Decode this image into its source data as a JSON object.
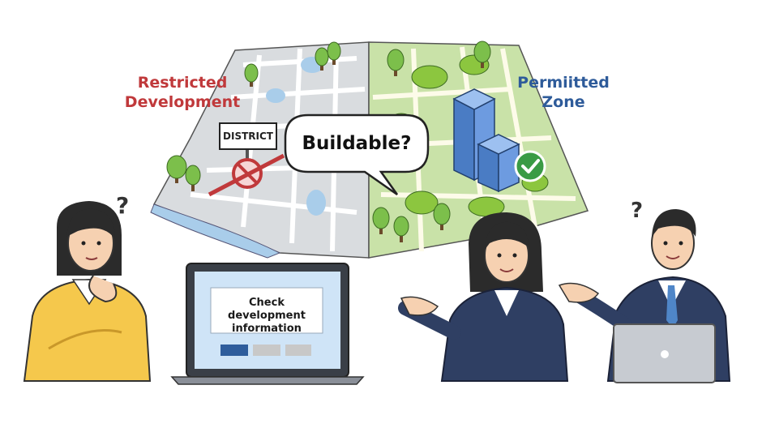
{
  "labels": {
    "restricted_line1": "Restricted",
    "restricted_line2": "Development",
    "permitted_line1": "Permiitted",
    "permitted_line2": "Zone",
    "district_sign": "DISTRICT",
    "speech_bubble": "Buildable?",
    "laptop_screen_line1": "Check development",
    "laptop_screen_line2": "information"
  },
  "icons": {
    "question_left": "question-mark-icon",
    "question_right": "question-mark-icon",
    "no_entry": "prohibited-sign-icon",
    "approved": "checkmark-icon",
    "camera": "logo-dot-icon"
  },
  "colors": {
    "restricted": "#c0393b",
    "permitted": "#2e5b9a",
    "map_gray": "#d9dcdf",
    "map_green": "#c9e2a8",
    "water": "#a9cdea",
    "building": "#5b8fd6",
    "check": "#3a9b45",
    "yellow_sweater": "#f5c84c",
    "navy_suit": "#2f3f63",
    "laptop_button_active": "#2f5d9c",
    "laptop_button_idle": "#c8c8c8"
  }
}
